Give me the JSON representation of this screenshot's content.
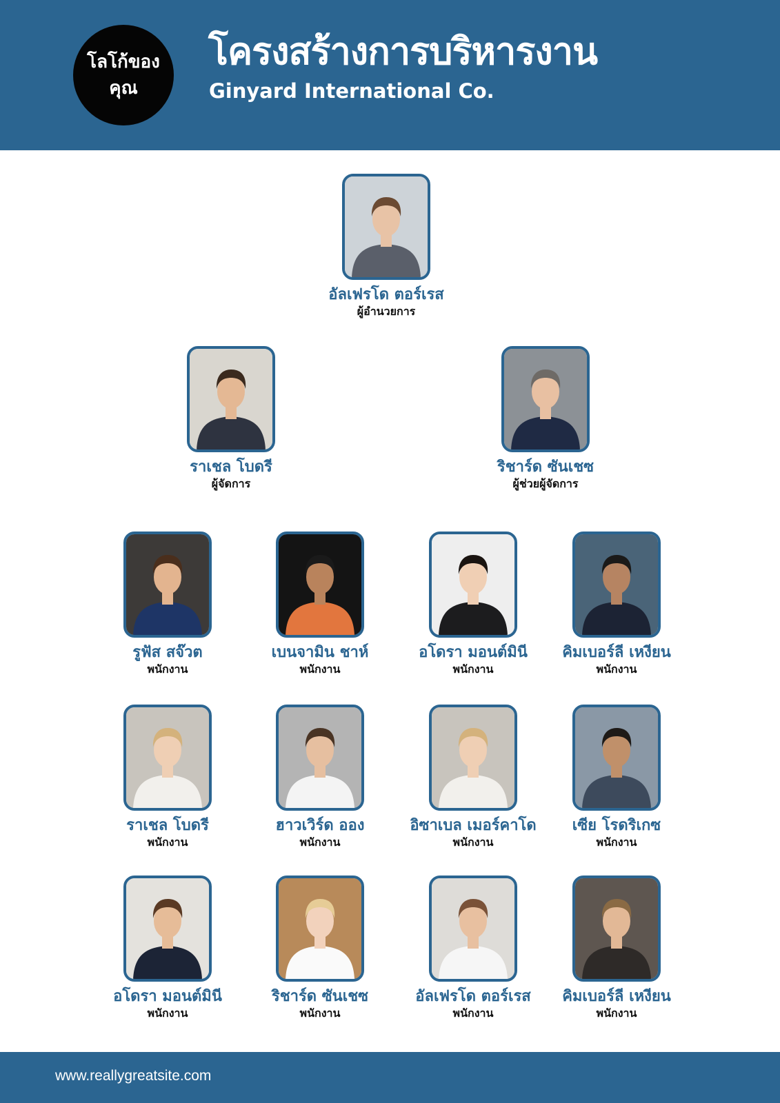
{
  "header": {
    "logo_text": "โลโก้ของคุณ",
    "title": "โครงสร้างการบริหารงาน",
    "subtitle": "Ginyard International Co."
  },
  "people": [
    {
      "name": "อัลเฟรโด ตอร์เรส",
      "role": "ผู้อำนวยการ",
      "photo": {
        "bg": "#cdd3d8",
        "skin": "#e8c3a6",
        "hair": "#6b4a32",
        "shirt": "#5a5f6a"
      }
    },
    {
      "name": "ราเชล โบดรี",
      "role": "ผู้จัดการ",
      "photo": {
        "bg": "#d9d6cf",
        "skin": "#e4b894",
        "hair": "#3b2a1e",
        "shirt": "#2e3340"
      }
    },
    {
      "name": "ริชาร์ด ซันเชซ",
      "role": "ผู้ช่วยผู้จัดการ",
      "photo": {
        "bg": "#8c9196",
        "skin": "#e8c0a2",
        "hair": "#6e6a66",
        "shirt": "#1f2a44"
      }
    },
    {
      "name": "รูฟัส สจ๊วต",
      "role": "พนักงาน",
      "photo": {
        "bg": "#3d3a38",
        "skin": "#e3b48f",
        "hair": "#4a2e1c",
        "shirt": "#1e3566"
      }
    },
    {
      "name": "เบนจามิน ชาห์",
      "role": "พนักงาน",
      "photo": {
        "bg": "#141414",
        "skin": "#b9835c",
        "hair": "#1a1a1a",
        "shirt": "#e2763e"
      }
    },
    {
      "name": "อโดรา มอนต์มินี",
      "role": "พนักงาน",
      "photo": {
        "bg": "#eeeeee",
        "skin": "#f0cfb4",
        "hair": "#1a1410",
        "shirt": "#1c1c1e"
      }
    },
    {
      "name": "คิมเบอร์ลี เหงียน",
      "role": "พนักงาน",
      "photo": {
        "bg": "#4a6478",
        "skin": "#b68462",
        "hair": "#1b1a19",
        "shirt": "#1c2334"
      }
    },
    {
      "name": "ราเชล โบดรี",
      "role": "พนักงาน",
      "photo": {
        "bg": "#c8c4bd",
        "skin": "#efcfb4",
        "hair": "#d4b27c",
        "shirt": "#f2f0ec"
      }
    },
    {
      "name": "ฮาวเวิร์ด ออง",
      "role": "พนักงาน",
      "photo": {
        "bg": "#b4b4b4",
        "skin": "#e6bfa0",
        "hair": "#4a3424",
        "shirt": "#f4f4f4"
      }
    },
    {
      "name": "อิซาเบล เมอร์คาโด",
      "role": "พนักงาน",
      "photo": {
        "bg": "#c8c4bd",
        "skin": "#efcfb4",
        "hair": "#d4b27c",
        "shirt": "#f2f0ec"
      }
    },
    {
      "name": "เซีย โรดริเกซ",
      "role": "พนักงาน",
      "photo": {
        "bg": "#8a98a6",
        "skin": "#c0906a",
        "hair": "#1e1a17",
        "shirt": "#3d4a5c"
      }
    },
    {
      "name": "อโดรา มอนต์มินี",
      "role": "พนักงาน",
      "photo": {
        "bg": "#e4e2dd",
        "skin": "#e6bc98",
        "hair": "#5a3a24",
        "shirt": "#1c2436"
      }
    },
    {
      "name": "ริชาร์ด ซันเชซ",
      "role": "พนักงาน",
      "photo": {
        "bg": "#b88a5a",
        "skin": "#f2d2bc",
        "hair": "#e6cc96",
        "shirt": "#fafafa"
      }
    },
    {
      "name": "อัลเฟรโด ตอร์เรส",
      "role": "พนักงาน",
      "photo": {
        "bg": "#dedcd8",
        "skin": "#e8c0a0",
        "hair": "#7a5238",
        "shirt": "#f6f6f6"
      }
    },
    {
      "name": "คิมเบอร์ลี เหงียน",
      "role": "พนักงาน",
      "photo": {
        "bg": "#5e5650",
        "skin": "#e2b896",
        "hair": "#8a6a44",
        "shirt": "#2e2a28"
      }
    }
  ],
  "footer": {
    "url": "www.reallygreatsite.com"
  }
}
